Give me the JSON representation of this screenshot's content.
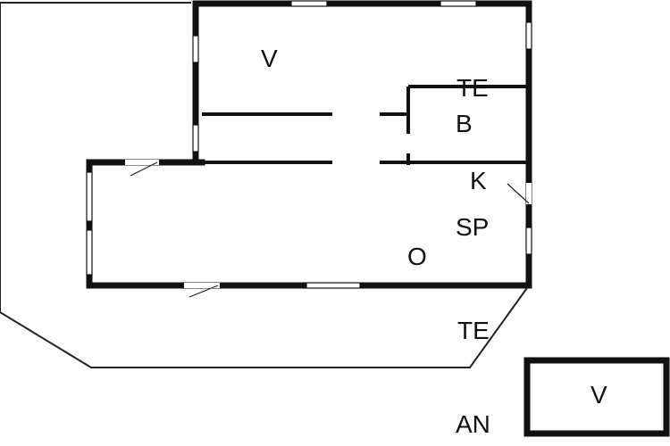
{
  "rooms": {
    "v_upper": "V",
    "te_upper": "TE",
    "b": "B",
    "k": "K",
    "sp": "SP",
    "o": "O",
    "te_lower": "TE",
    "an": "AN",
    "v_annex": "V"
  },
  "colors": {
    "wall": "#111111",
    "terrace_line": "#222222",
    "window_fill": "#ffffff",
    "background": "#ffffff"
  }
}
